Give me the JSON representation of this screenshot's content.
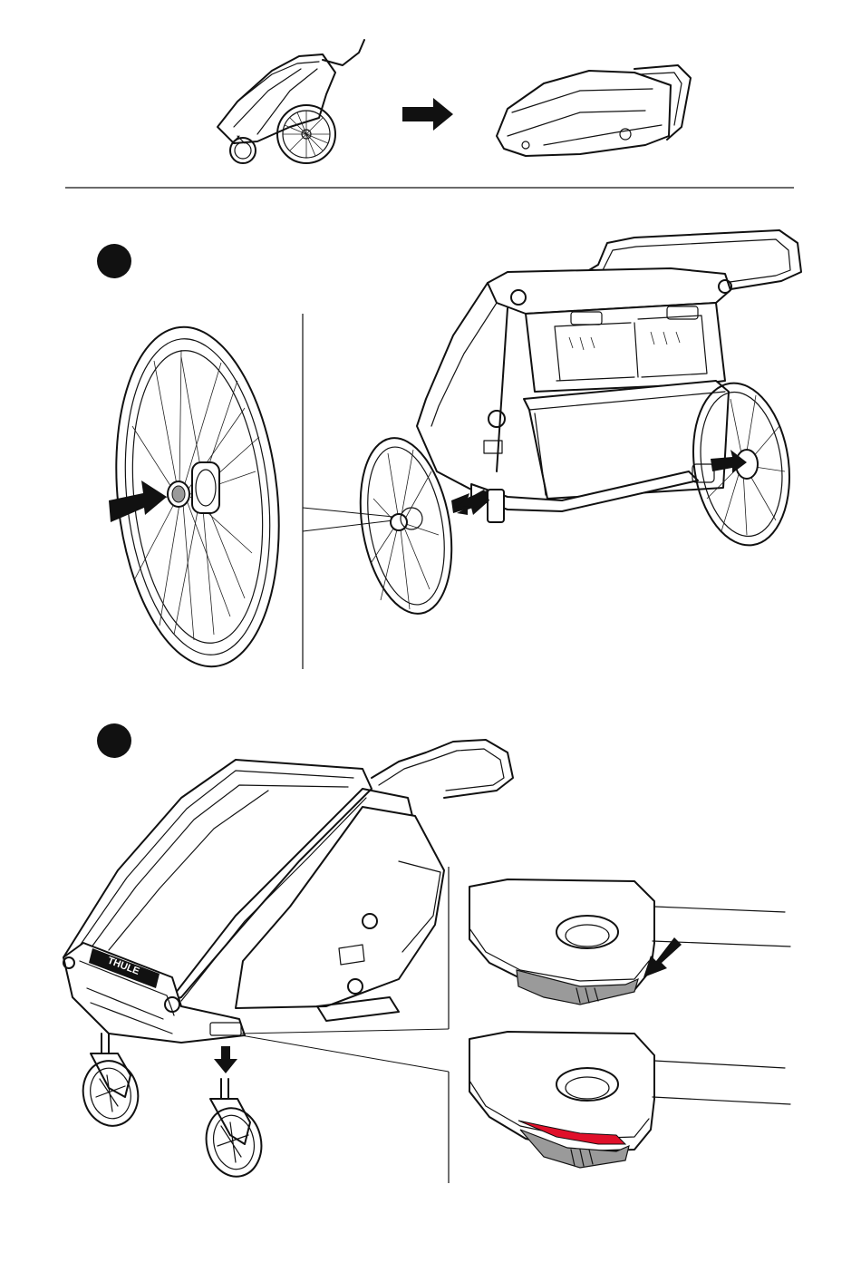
{
  "steps": [
    {
      "id": "step-1",
      "marker": "filled-circle"
    },
    {
      "id": "step-2",
      "marker": "filled-circle"
    }
  ],
  "brand_label": "THULE",
  "colors": {
    "line": "#111111",
    "arrow": "#111111",
    "release_tab_gray": "#9a9a9a",
    "locked_indicator_red": "#e0102a"
  },
  "icons": [
    "wheel-icon",
    "push-arrow-icon",
    "pull-arrow-icon",
    "stroller-wheel-icon",
    "release-tab-icon"
  ]
}
